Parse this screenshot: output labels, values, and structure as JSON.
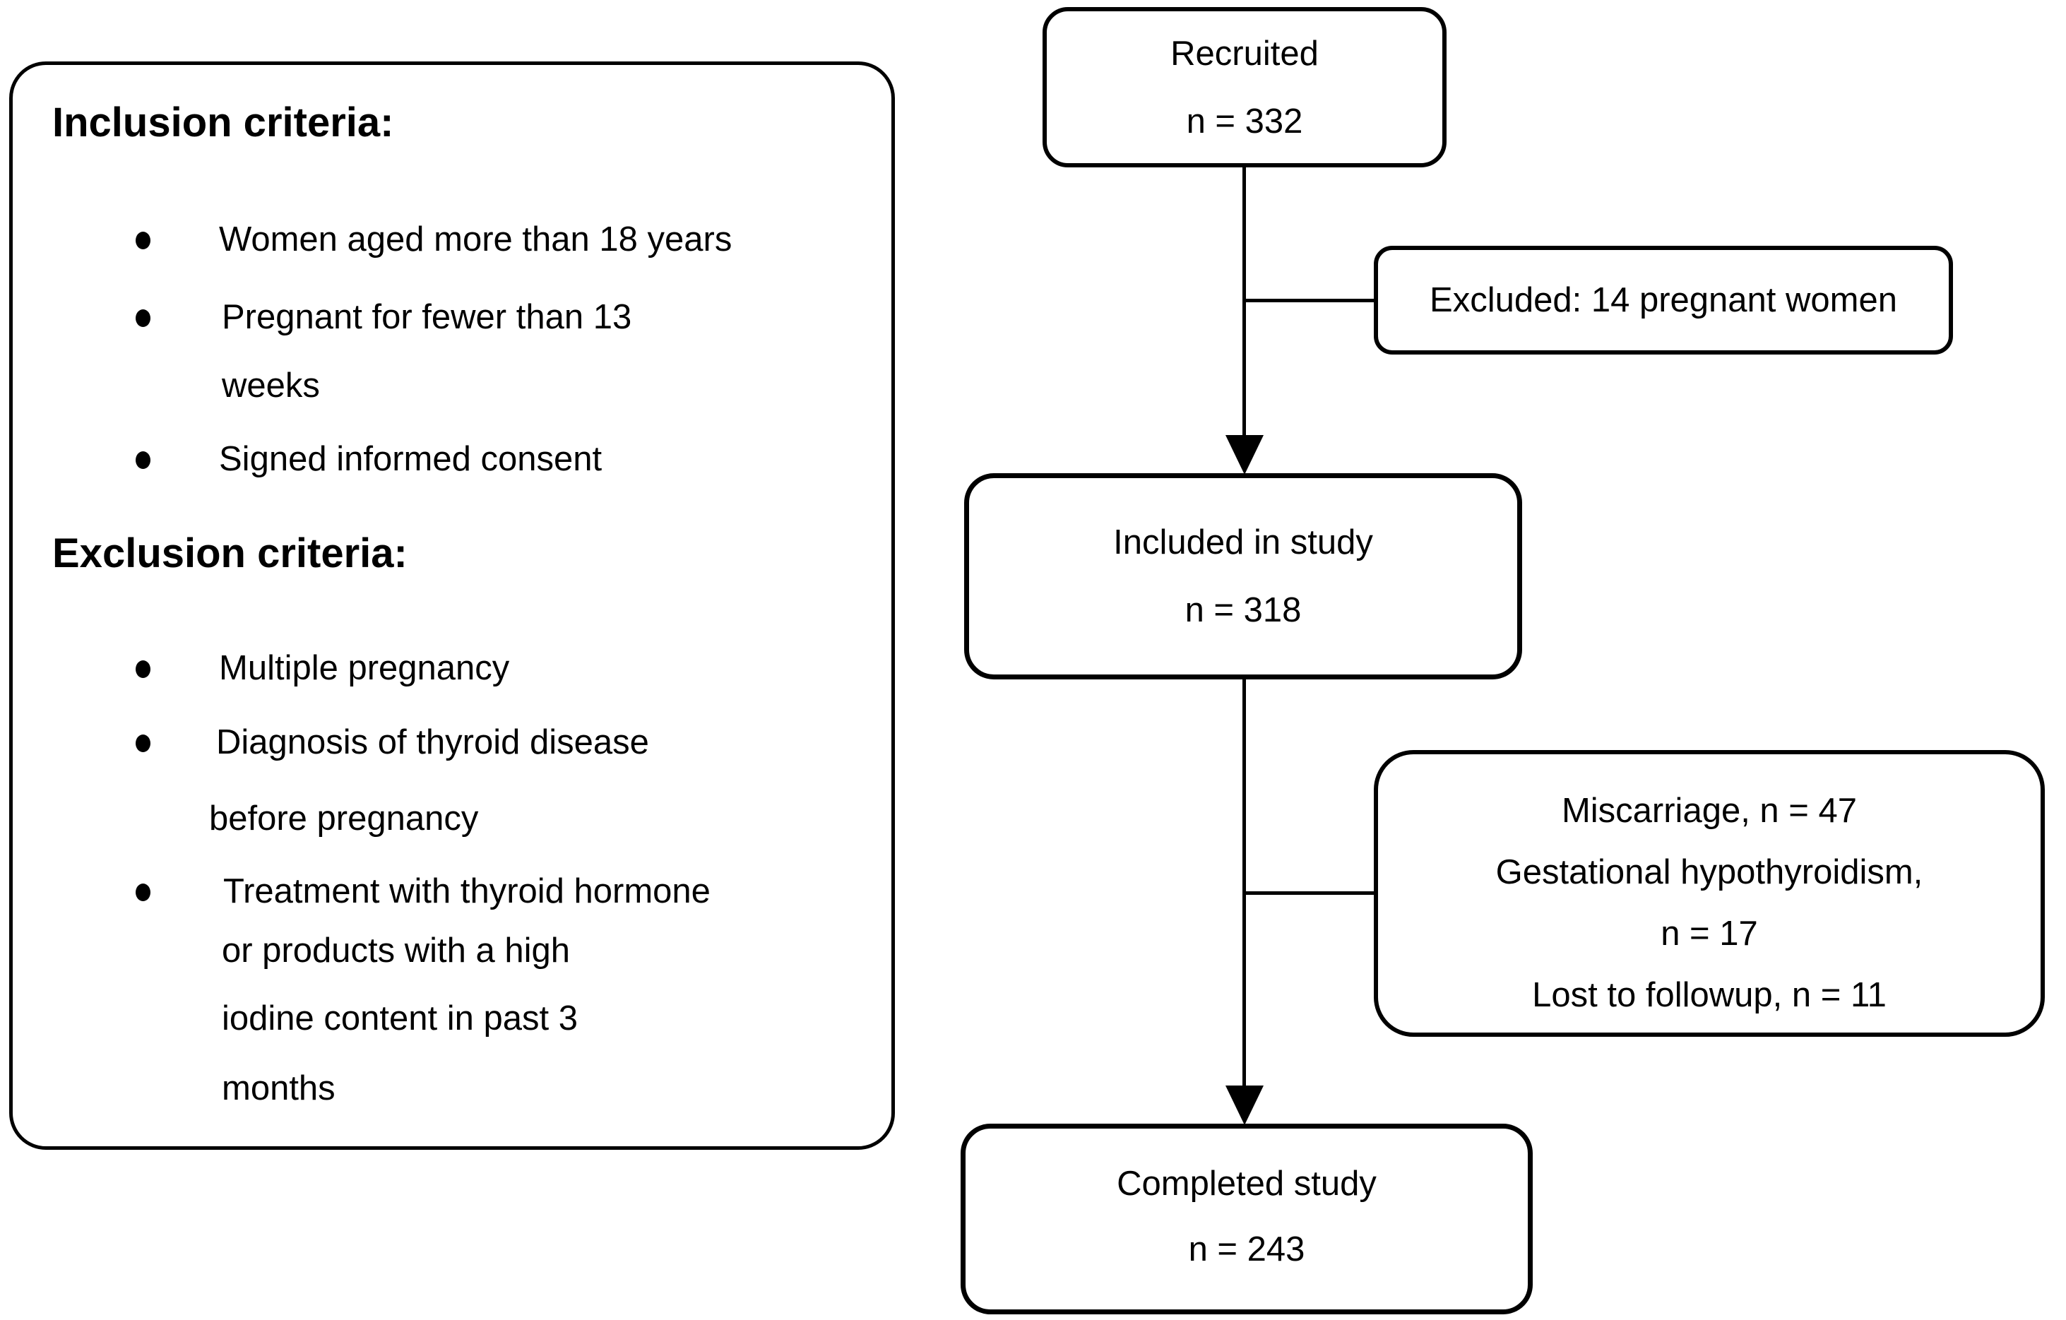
{
  "figure": {
    "background": "#ffffff",
    "ink": "#000000"
  },
  "criteria_panel": {
    "inclusion_heading": "Inclusion criteria:",
    "inclusion_items": [
      [
        "Women aged more than 18 years"
      ],
      [
        "Pregnant for fewer than 13",
        "weeks"
      ],
      [
        "Signed informed consent"
      ]
    ],
    "exclusion_heading": "Exclusion criteria:",
    "exclusion_items": [
      [
        "Multiple pregnancy"
      ],
      [
        "Diagnosis of thyroid disease",
        "before pregnancy"
      ],
      [
        "Treatment with thyroid hormone",
        "or products with a high",
        "iodine content in past 3",
        "months"
      ]
    ]
  },
  "flowchart": {
    "recruited": {
      "lines": [
        "Recruited",
        "n = 332"
      ]
    },
    "excluded": {
      "lines": [
        "Excluded: 14 pregnant women"
      ]
    },
    "included": {
      "lines": [
        "Included in study",
        "n = 318"
      ]
    },
    "dropout": {
      "lines": [
        "Miscarriage, n = 47",
        "Gestational hypothyroidism,",
        "n = 17",
        "Lost to followup, n = 11"
      ]
    },
    "completed": {
      "lines": [
        "Completed study",
        "n = 243"
      ]
    }
  }
}
